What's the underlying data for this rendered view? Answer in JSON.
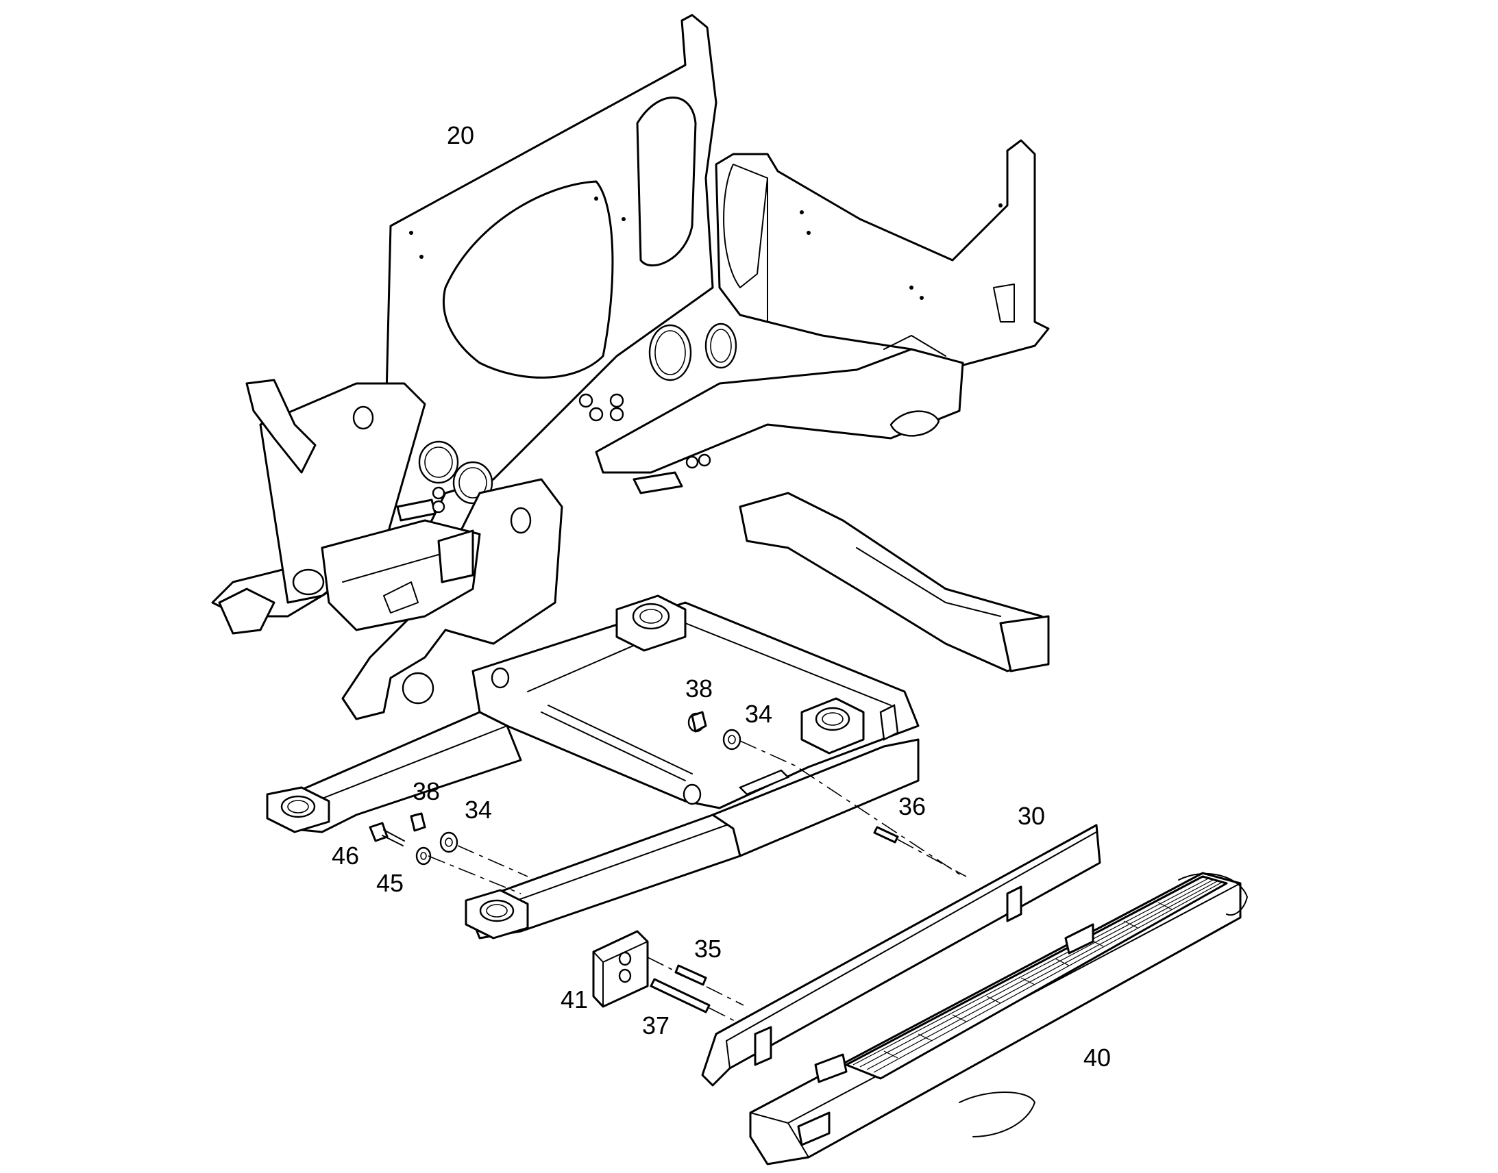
{
  "diagram": {
    "type": "exploded-parts-diagram",
    "line_color": "#000000",
    "background_color": "#ffffff",
    "callouts": [
      {
        "id": "c20",
        "label": "20",
        "part": "main frame"
      },
      {
        "id": "c38a",
        "label": "38",
        "part": "bushing"
      },
      {
        "id": "c34a",
        "label": "34",
        "part": "washer"
      },
      {
        "id": "c38b",
        "label": "38",
        "part": "bushing"
      },
      {
        "id": "c34b",
        "label": "34",
        "part": "washer"
      },
      {
        "id": "c36",
        "label": "36",
        "part": "stud"
      },
      {
        "id": "c30",
        "label": "30",
        "part": "bracket channel"
      },
      {
        "id": "c46",
        "label": "46",
        "part": "bolt"
      },
      {
        "id": "c45",
        "label": "45",
        "part": "washer"
      },
      {
        "id": "c35",
        "label": "35",
        "part": "stud"
      },
      {
        "id": "c41",
        "label": "41",
        "part": "mounting block"
      },
      {
        "id": "c37",
        "label": "37",
        "part": "stud"
      },
      {
        "id": "c40",
        "label": "40",
        "part": "step / platform"
      }
    ]
  }
}
